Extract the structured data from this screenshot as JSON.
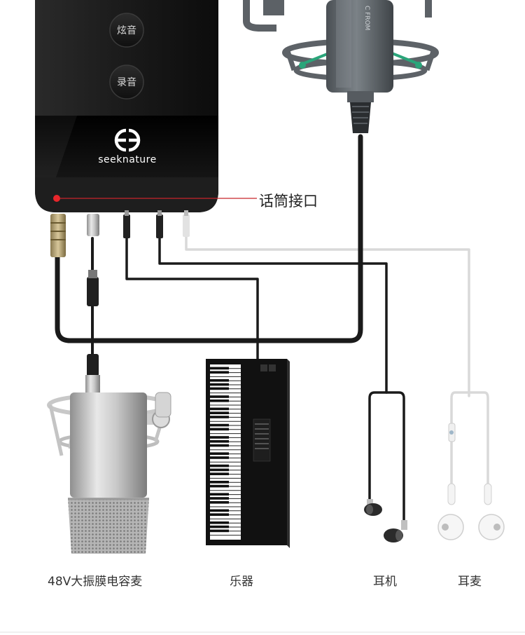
{
  "device": {
    "buttons": [
      "炫音",
      "录音"
    ],
    "brand": "seeknature"
  },
  "callout": "话筒接口",
  "top_mic_text": "C FROM",
  "devices": [
    {
      "id": "condenser-mic",
      "label": "48V大振膜电容麦"
    },
    {
      "id": "keyboard",
      "label": "乐器"
    },
    {
      "id": "earphones",
      "label": "耳机"
    },
    {
      "id": "headset",
      "label": "耳麦"
    }
  ],
  "colors": {
    "device_body": "#141414",
    "cable_black": "#1a1a1a",
    "cable_gray": "#d9d9d9",
    "indicator_red": "#e8262b",
    "callout_line": "#c7262b"
  }
}
